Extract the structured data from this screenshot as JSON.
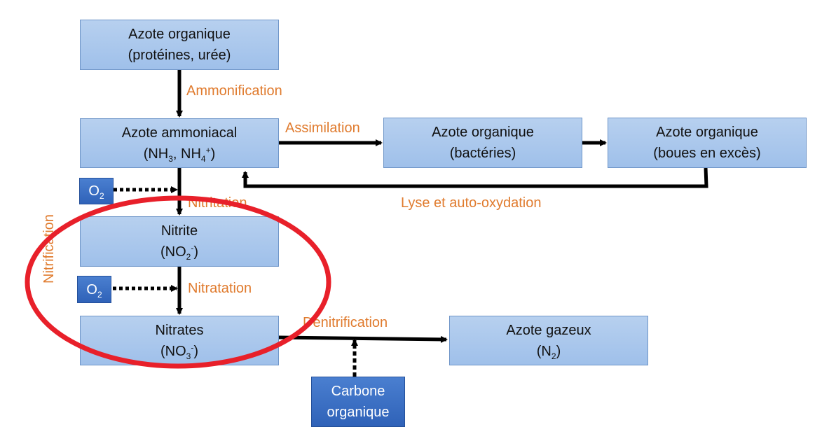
{
  "nodes": {
    "org_n": {
      "line1": "Azote organique",
      "line2": "(protéines, urée)"
    },
    "ammon_n": {
      "line1": "Azote ammoniacal",
      "line2_a": "(NH",
      "line2_b": "3",
      "line2_c": ", NH",
      "line2_d": "4",
      "line2_e": "+",
      "line2_f": ")"
    },
    "org_bact": {
      "line1": "Azote organique",
      "line2": "(bactéries)"
    },
    "org_boues": {
      "line1": "Azote organique",
      "line2": "(boues en excès)"
    },
    "nitrite": {
      "line1": "Nitrite",
      "line2_a": "(NO",
      "line2_b": "2",
      "line2_c": "-",
      "line2_d": ")"
    },
    "nitrates": {
      "line1": "Nitrates",
      "line2_a": "(NO",
      "line2_b": "3",
      "line2_c": "-",
      "line2_d": ")"
    },
    "gaz": {
      "line1": "Azote gazeux",
      "line2_a": "(N",
      "line2_b": "2",
      "line2_c": ")"
    },
    "carbone": {
      "line1": "Carbone",
      "line2": "organique"
    },
    "o2_top": {
      "a": "O",
      "b": "2"
    },
    "o2_bottom": {
      "a": "O",
      "b": "2"
    }
  },
  "labels": {
    "ammonification": "Ammonification",
    "assimilation": "Assimilation",
    "lyse": "Lyse et auto-oxydation",
    "nitritation": "Nitritation",
    "nitratation": "Nitratation",
    "denitrification": "Denitrification",
    "nitrification": "Nitrification"
  },
  "colors": {
    "label": "#e07b2e",
    "highlight_ellipse": "#e8202a",
    "arrow": "#000000"
  }
}
